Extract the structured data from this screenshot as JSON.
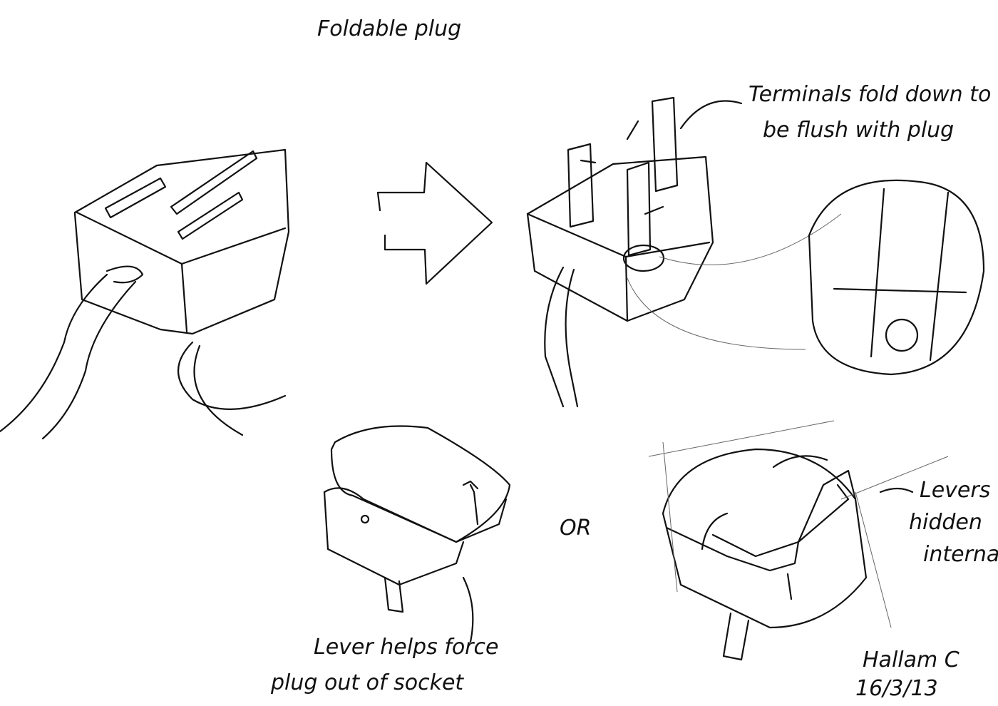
{
  "title": "Foldable plug",
  "notes": {
    "terminals_line1": "Terminals fold down to",
    "terminals_line2": "be flush with plug",
    "lever_line1": "Lever helps force",
    "lever_line2": "plug out of socket",
    "or": "OR",
    "levers_line1": "Levers",
    "levers_line2": "hidden",
    "levers_line3": "internally"
  },
  "signature": {
    "name": "Hallam C",
    "date": "16/3/13"
  }
}
